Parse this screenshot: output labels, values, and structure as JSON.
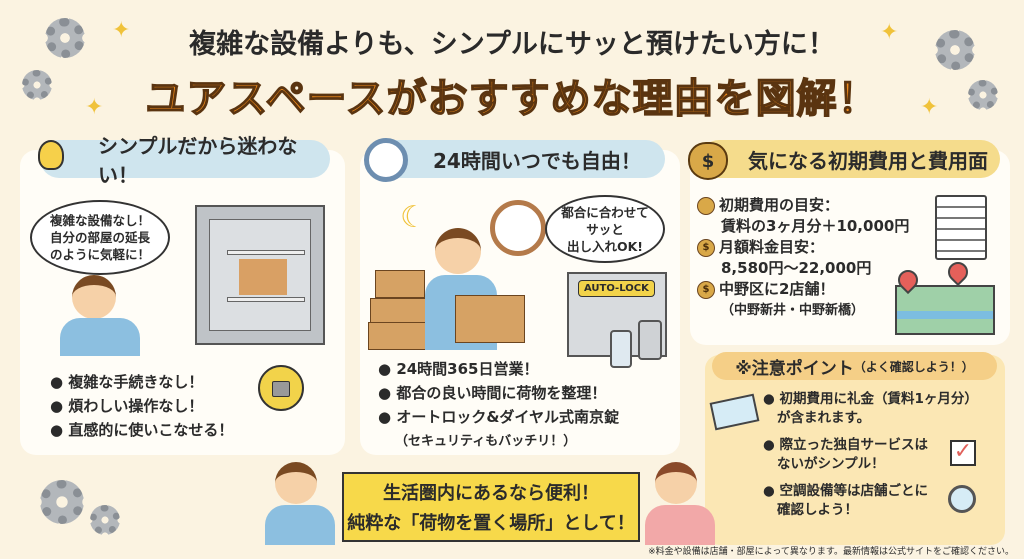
{
  "title": {
    "line1": "複雑な設備よりも、シンプルにサッと預けたい方に！",
    "line2": "ユアスペースがおすすめな理由を図解！"
  },
  "panels": [
    {
      "header": "シンプルだから迷わない！",
      "icon": "lightbulb-icon",
      "bubble": [
        "複雑な設備なし！",
        "自分の部屋の延長",
        "のように気軽に！"
      ],
      "bullets": [
        "複雑な手続きなし！",
        "煩わしい操作なし！",
        "直感的に使いこなせる！"
      ]
    },
    {
      "header": "24時間いつでも自由！",
      "icon": "clock-icon",
      "bubble": [
        "都合に合わせて",
        "サッと",
        "出し入れOK!"
      ],
      "lock_label": "AUTO-LOCK",
      "bullets": [
        "24時間365日営業！",
        "都合の良い時間に荷物を整理！",
        "オートロック&ダイヤル式南京錠"
      ],
      "note": "（セキュリティもバッチリ！）"
    },
    {
      "header": "気になる初期費用と費用面",
      "icon": "money-bag-icon",
      "items": [
        {
          "label": "初期費用の目安：",
          "value": "賃料の3ヶ月分＋10,000円"
        },
        {
          "label": "月額料金目安：",
          "value": "8,580円〜22,000円"
        },
        {
          "label": "中野区に2店舗！",
          "value": "（中野新井・中野新橋）"
        }
      ]
    }
  ],
  "caution": {
    "header": "※注意ポイント",
    "sub": "（よく確認しよう！）",
    "bullets": [
      [
        "初期費用に礼金（賃料1ヶ月分）",
        "が含まれます。"
      ],
      [
        "際立った独自サービスは",
        "ないがシンプル！"
      ],
      [
        "空調設備等は店舗ごとに",
        "確認しよう！"
      ]
    ]
  },
  "banner": {
    "line1": "生活圏内にあるなら便利！",
    "line2": "純粋な「荷物を置く場所」として！"
  },
  "footnote": "※料金や設備は店舗・部屋によって異なります。最新情報は公式サイトをご確認ください。",
  "colors": {
    "background": "#fbf3e1",
    "accent": "#ee8a1c",
    "header_blue": "#cfe5ee",
    "header_yellow": "#f5dc8c",
    "banner": "#f7d94a"
  }
}
